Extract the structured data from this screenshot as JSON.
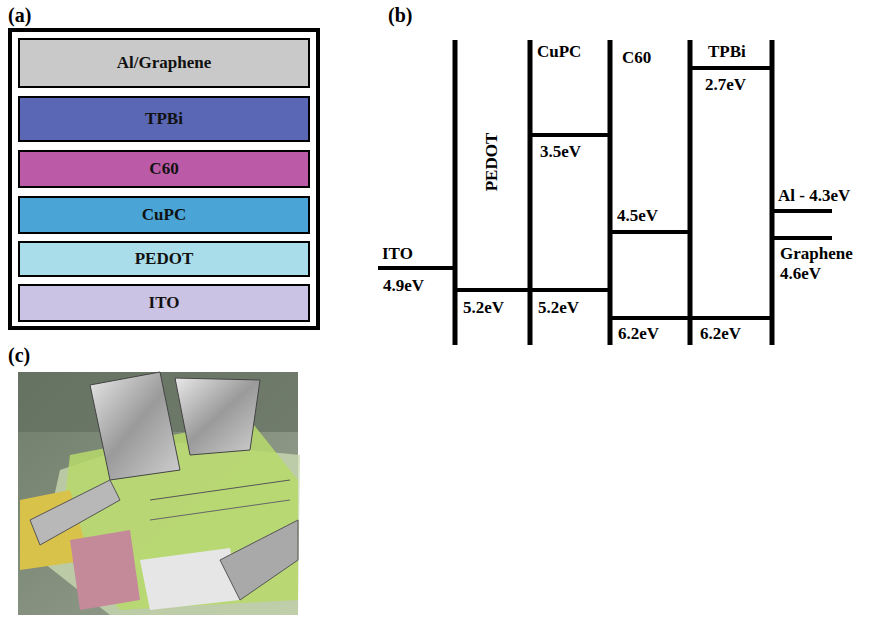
{
  "diagram": {
    "nodes": [
      {
        "text": [
          "Al/Graphene"
        ]
      },
      {
        "text": [
          "TPBi"
        ]
      },
      {
        "text": [
          "C60"
        ]
      },
      {
        "text": [
          "CuPC"
        ]
      },
      {
        "text": [
          "PEDOT"
        ]
      },
      {
        "text": [
          "ITO"
        ]
      }
    ],
    "labels": [
      "(a)",
      "(b)",
      "(c)",
      "ITO",
      "PEDOT",
      "CuPC",
      "C60",
      "TPBi",
      "3.5eV",
      "2.7eV",
      "4.5eV",
      "Al - 4.3eV",
      "Graphene 4.6eV",
      "4.9eV",
      "5.2eV",
      "5.2eV",
      "6.2eV",
      "6.2eV"
    ]
  }
}
